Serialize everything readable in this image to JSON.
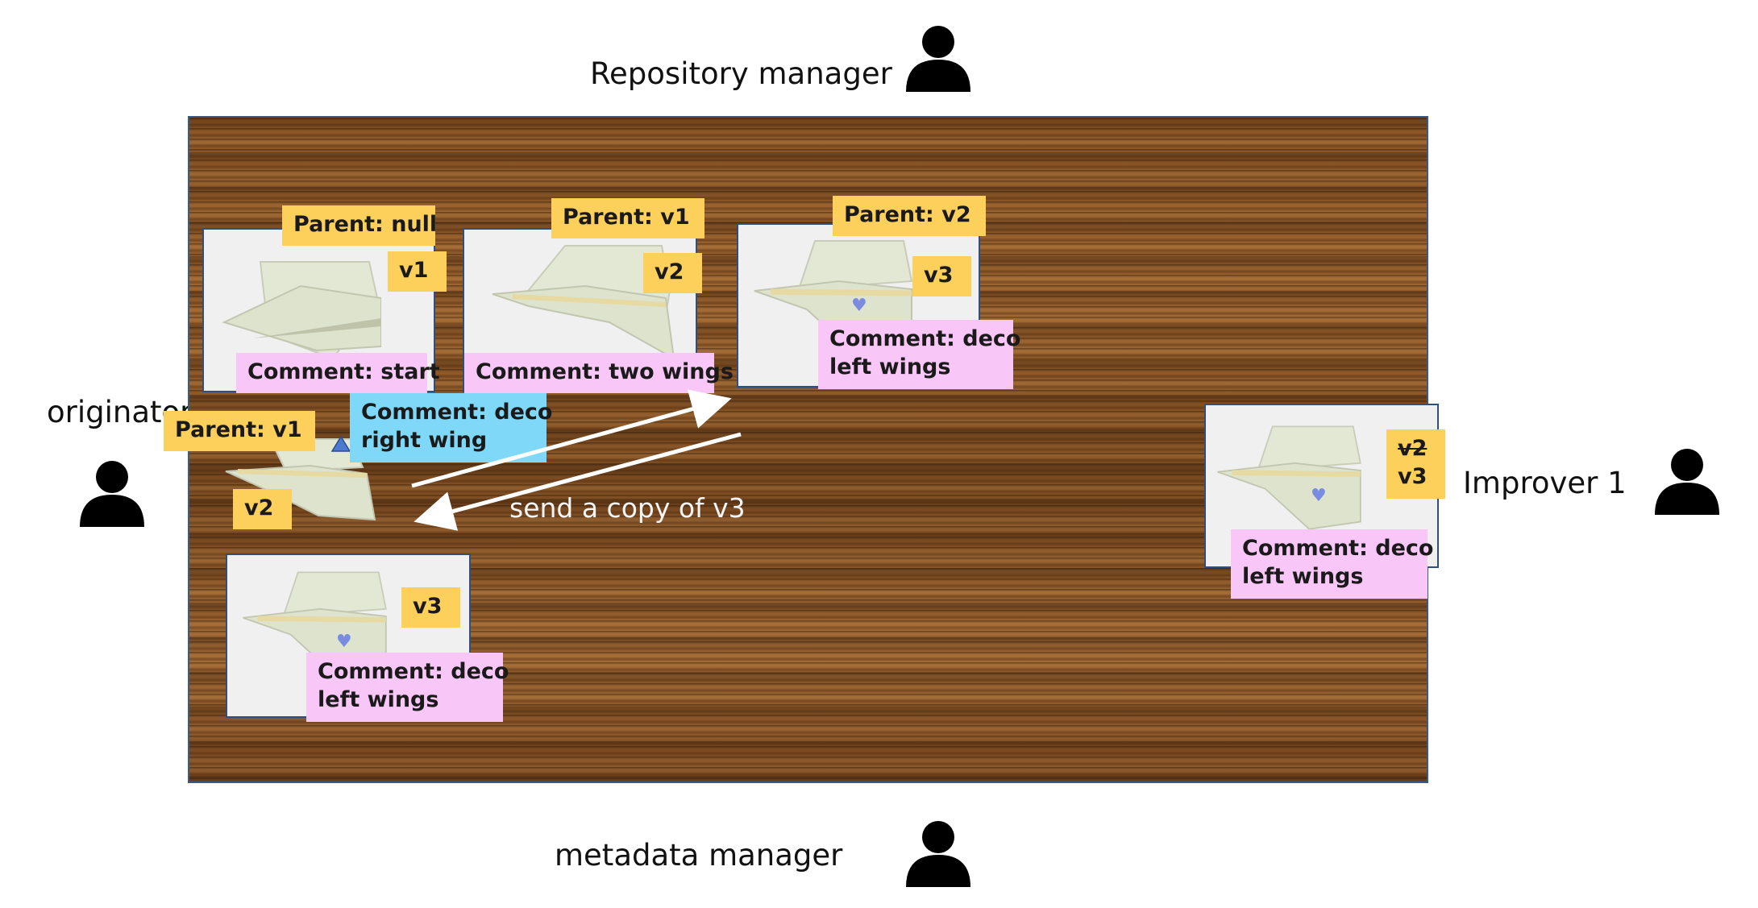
{
  "roles": {
    "repository_manager": "Repository manager",
    "originator": "originator",
    "improver": "Improver 1",
    "metadata_manager": "metadata manager"
  },
  "versions": [
    {
      "parent": "Parent: null",
      "version": "v1",
      "comment": "Comment: start"
    },
    {
      "parent": "Parent: v1",
      "version": "v2",
      "comment": "Comment: two wings"
    },
    {
      "parent": "Parent: v2",
      "version": "v3",
      "comment_line1": "Comment: deco",
      "comment_line2": "left wings"
    }
  ],
  "originator_copy": {
    "parent": "Parent: v1",
    "version": "v2",
    "comment_line1": "Comment: deco",
    "comment_line2": "right wing"
  },
  "originator_v3": {
    "version": "v3",
    "comment_line1": "Comment: deco",
    "comment_line2": "left wings"
  },
  "improver_copy": {
    "version_old": "v2",
    "version_new": "v3",
    "comment_line1": "Comment: deco",
    "comment_line2": "left wings"
  },
  "arrow_label": "send a copy of v3",
  "colors": {
    "note_yellow": "#fdd05c",
    "note_pink": "#f8c6f7",
    "note_blue": "#7fd8f7",
    "board_wood": "#8a5526",
    "card_border": "#2f4f7f"
  },
  "icons": [
    "person-icon",
    "paper-plane-image",
    "heart-decoration-icon",
    "triangle-decoration-icon"
  ]
}
